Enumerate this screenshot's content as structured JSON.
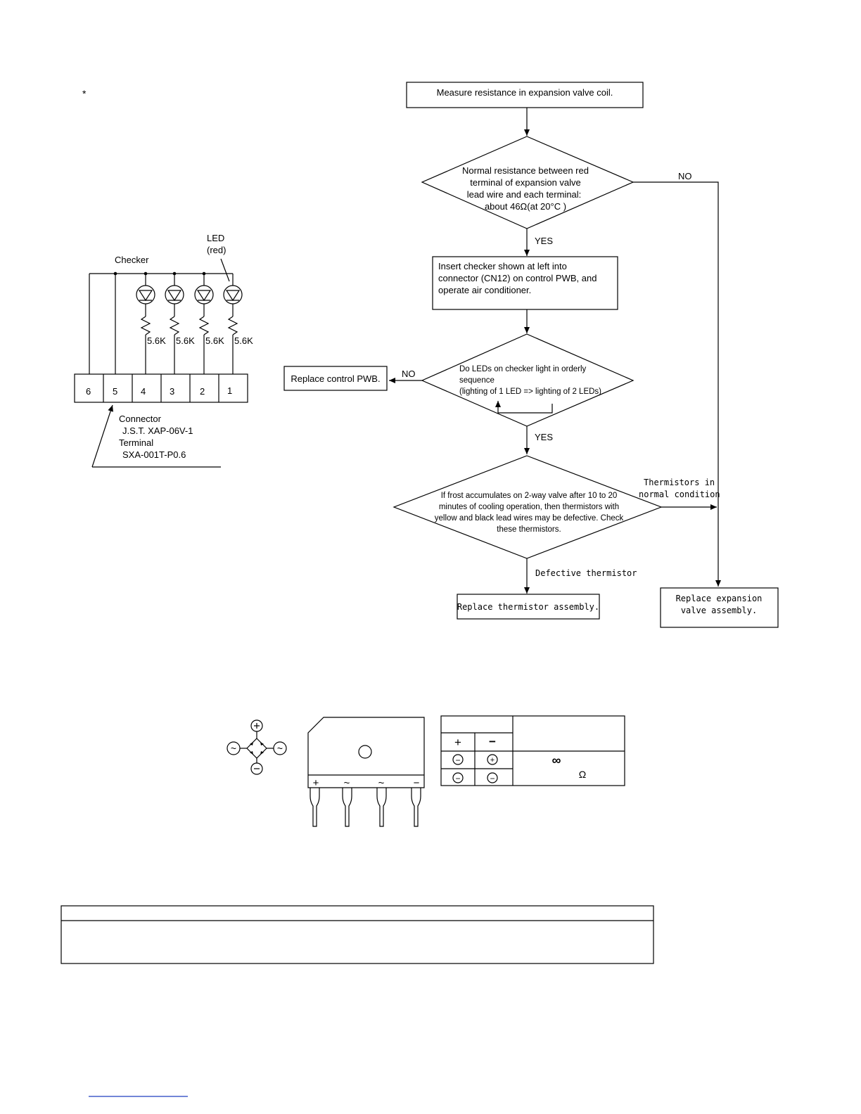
{
  "page": {
    "asterisk": "*"
  },
  "checker": {
    "title": "Checker",
    "led_label_1": "LED",
    "led_label_2": "(red)",
    "resistors": [
      "5.6K",
      "5.6K",
      "5.6K",
      "5.6K"
    ],
    "pins": [
      "6",
      "5",
      "4",
      "3",
      "2",
      "1"
    ],
    "connector_lines": [
      "Connector",
      "J.S.T. XAP-06V-1",
      "Terminal",
      "SXA-001T-P0.6"
    ]
  },
  "flowchart": {
    "start": "Measure resistance in expansion valve coil.",
    "decision1": [
      "Normal resistance between red",
      "terminal of expansion valve",
      "lead wire and each terminal:",
      "about 46Ω(at 20°C )"
    ],
    "no_label_1": "NO",
    "yes_label_1": "YES",
    "step2": [
      "Insert checker shown at left into",
      "connector (CN12) on control PWB, and",
      "operate air conditioner."
    ],
    "decision2": [
      "Do LEDs on checker light in orderly",
      "sequence",
      "(lighting of 1 LED => lighting of 2 LEDs)"
    ],
    "no_label_2": "NO",
    "replace_pwb": "Replace control PWB.",
    "yes_label_2": "YES",
    "decision3": [
      "If frost accumulates on 2-way valve after 10 to 20",
      "minutes of cooling operation, then thermistors with",
      "yellow and black lead wires may be defective. Check",
      "these thermistors."
    ],
    "thermistors_ok": [
      "Thermistors in",
      "normal condition"
    ],
    "defective_label": "Defective thermistor",
    "replace_thermistor": "Replace thermistor assembly.",
    "replace_valve": [
      "Replace expansion",
      "valve assembly."
    ]
  },
  "bridge": {
    "symbol_plus": "+",
    "symbol_minus": "−",
    "symbol_ac": "~",
    "pin_labels": [
      "+",
      "~",
      "~",
      "−"
    ],
    "table": {
      "header": [
        "+",
        "−"
      ],
      "rows": [
        [
          "−",
          "+"
        ],
        [
          "−",
          "−"
        ]
      ],
      "values": [
        "∞",
        "Ω"
      ]
    }
  }
}
